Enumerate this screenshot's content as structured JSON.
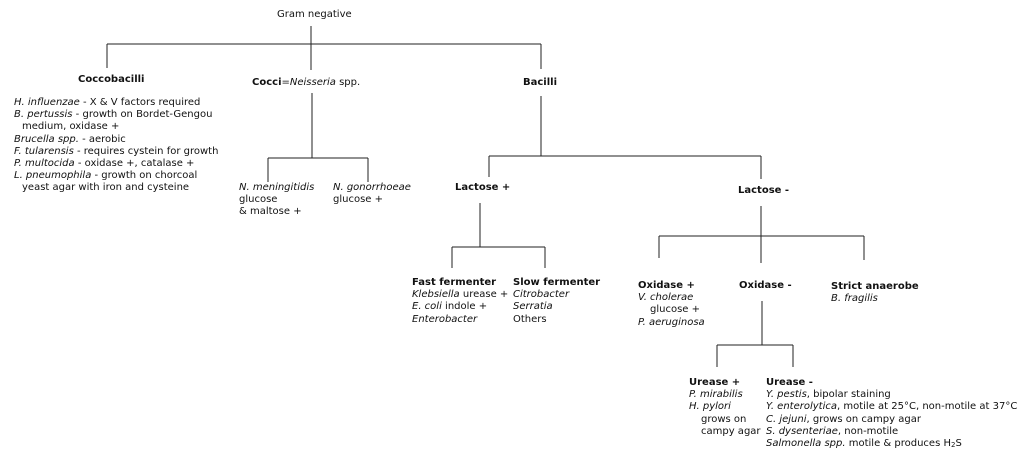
{
  "root": {
    "label": "Gram negative"
  },
  "coccobacilli": {
    "title": "Coccobacilli",
    "items": [
      {
        "name": "H. influenzae",
        "desc": " - X & V factors required"
      },
      {
        "name": "B. pertussis",
        "desc": " - growth on Bordet-Gengou",
        "cont": "medium, oxidase +"
      },
      {
        "name": "Brucella spp.",
        "desc": " - aerobic"
      },
      {
        "name": "F. tularensis",
        "desc": " - requires cystein for growth"
      },
      {
        "name": "P. multocida",
        "desc": " - oxidase +, catalase +"
      },
      {
        "name": "L. pneumophila",
        "desc": " - growth on chorcoal",
        "cont": "yeast agar with iron and cysteine"
      }
    ]
  },
  "cocci": {
    "title_bold": "Cocci",
    "title_eq": "=",
    "title_genus": "Neisseria",
    "title_spp": " spp.",
    "meningitidis": {
      "name": "N. meningitidis",
      "line1": "glucose",
      "line2": "& maltose +"
    },
    "gonorrhoeae": {
      "name": "N. gonorrhoeae",
      "line1": "glucose +"
    }
  },
  "bacilli": {
    "title": "Bacilli",
    "lactose_pos": {
      "title": "Lactose +",
      "fast": {
        "title": "Fast fermenter",
        "items": [
          {
            "name": "Klebsiella",
            "desc": " urease +"
          },
          {
            "name": "E. coli",
            "desc": " indole +"
          },
          {
            "name": "Enterobacter",
            "desc": ""
          }
        ]
      },
      "slow": {
        "title": "Slow fermenter",
        "items": [
          {
            "name": "Citrobacter",
            "italic": true
          },
          {
            "name": "Serratia",
            "italic": true
          },
          {
            "name": "Others",
            "italic": false
          }
        ]
      }
    },
    "lactose_neg": {
      "title": "Lactose -",
      "oxidase_pos": {
        "title": "Oxidase +",
        "v_cholerae": "V. cholerae",
        "v_cholerae_desc": "glucose +",
        "p_aeruginosa": "P. aeruginosa"
      },
      "oxidase_neg": {
        "title": "Oxidase -",
        "urease_pos": {
          "title": "Urease +",
          "p_mirabilis": "P. mirabilis",
          "h_pylori": "H. pylori",
          "h_pylori_desc1": "grows on",
          "h_pylori_desc2": "campy agar"
        },
        "urease_neg": {
          "title": "Urease -",
          "items": [
            {
              "name": "Y. pestis",
              "desc": ", bipolar staining"
            },
            {
              "name": "Y. enterolytica",
              "desc": ", motile at 25°C, non-motile at 37°C"
            },
            {
              "name": "C. jejuni",
              "desc": ", grows on campy agar"
            },
            {
              "name": "S. dysenteriae",
              "desc": ", non-motile"
            }
          ],
          "salmonella_name": "Salmonella spp.",
          "salmonella_desc": " motile & produces H",
          "salmonella_sub": "2",
          "salmonella_tail": "S"
        }
      },
      "strict_anaerobe": {
        "title": "Strict anaerobe",
        "item": "B. fragilis"
      }
    }
  }
}
